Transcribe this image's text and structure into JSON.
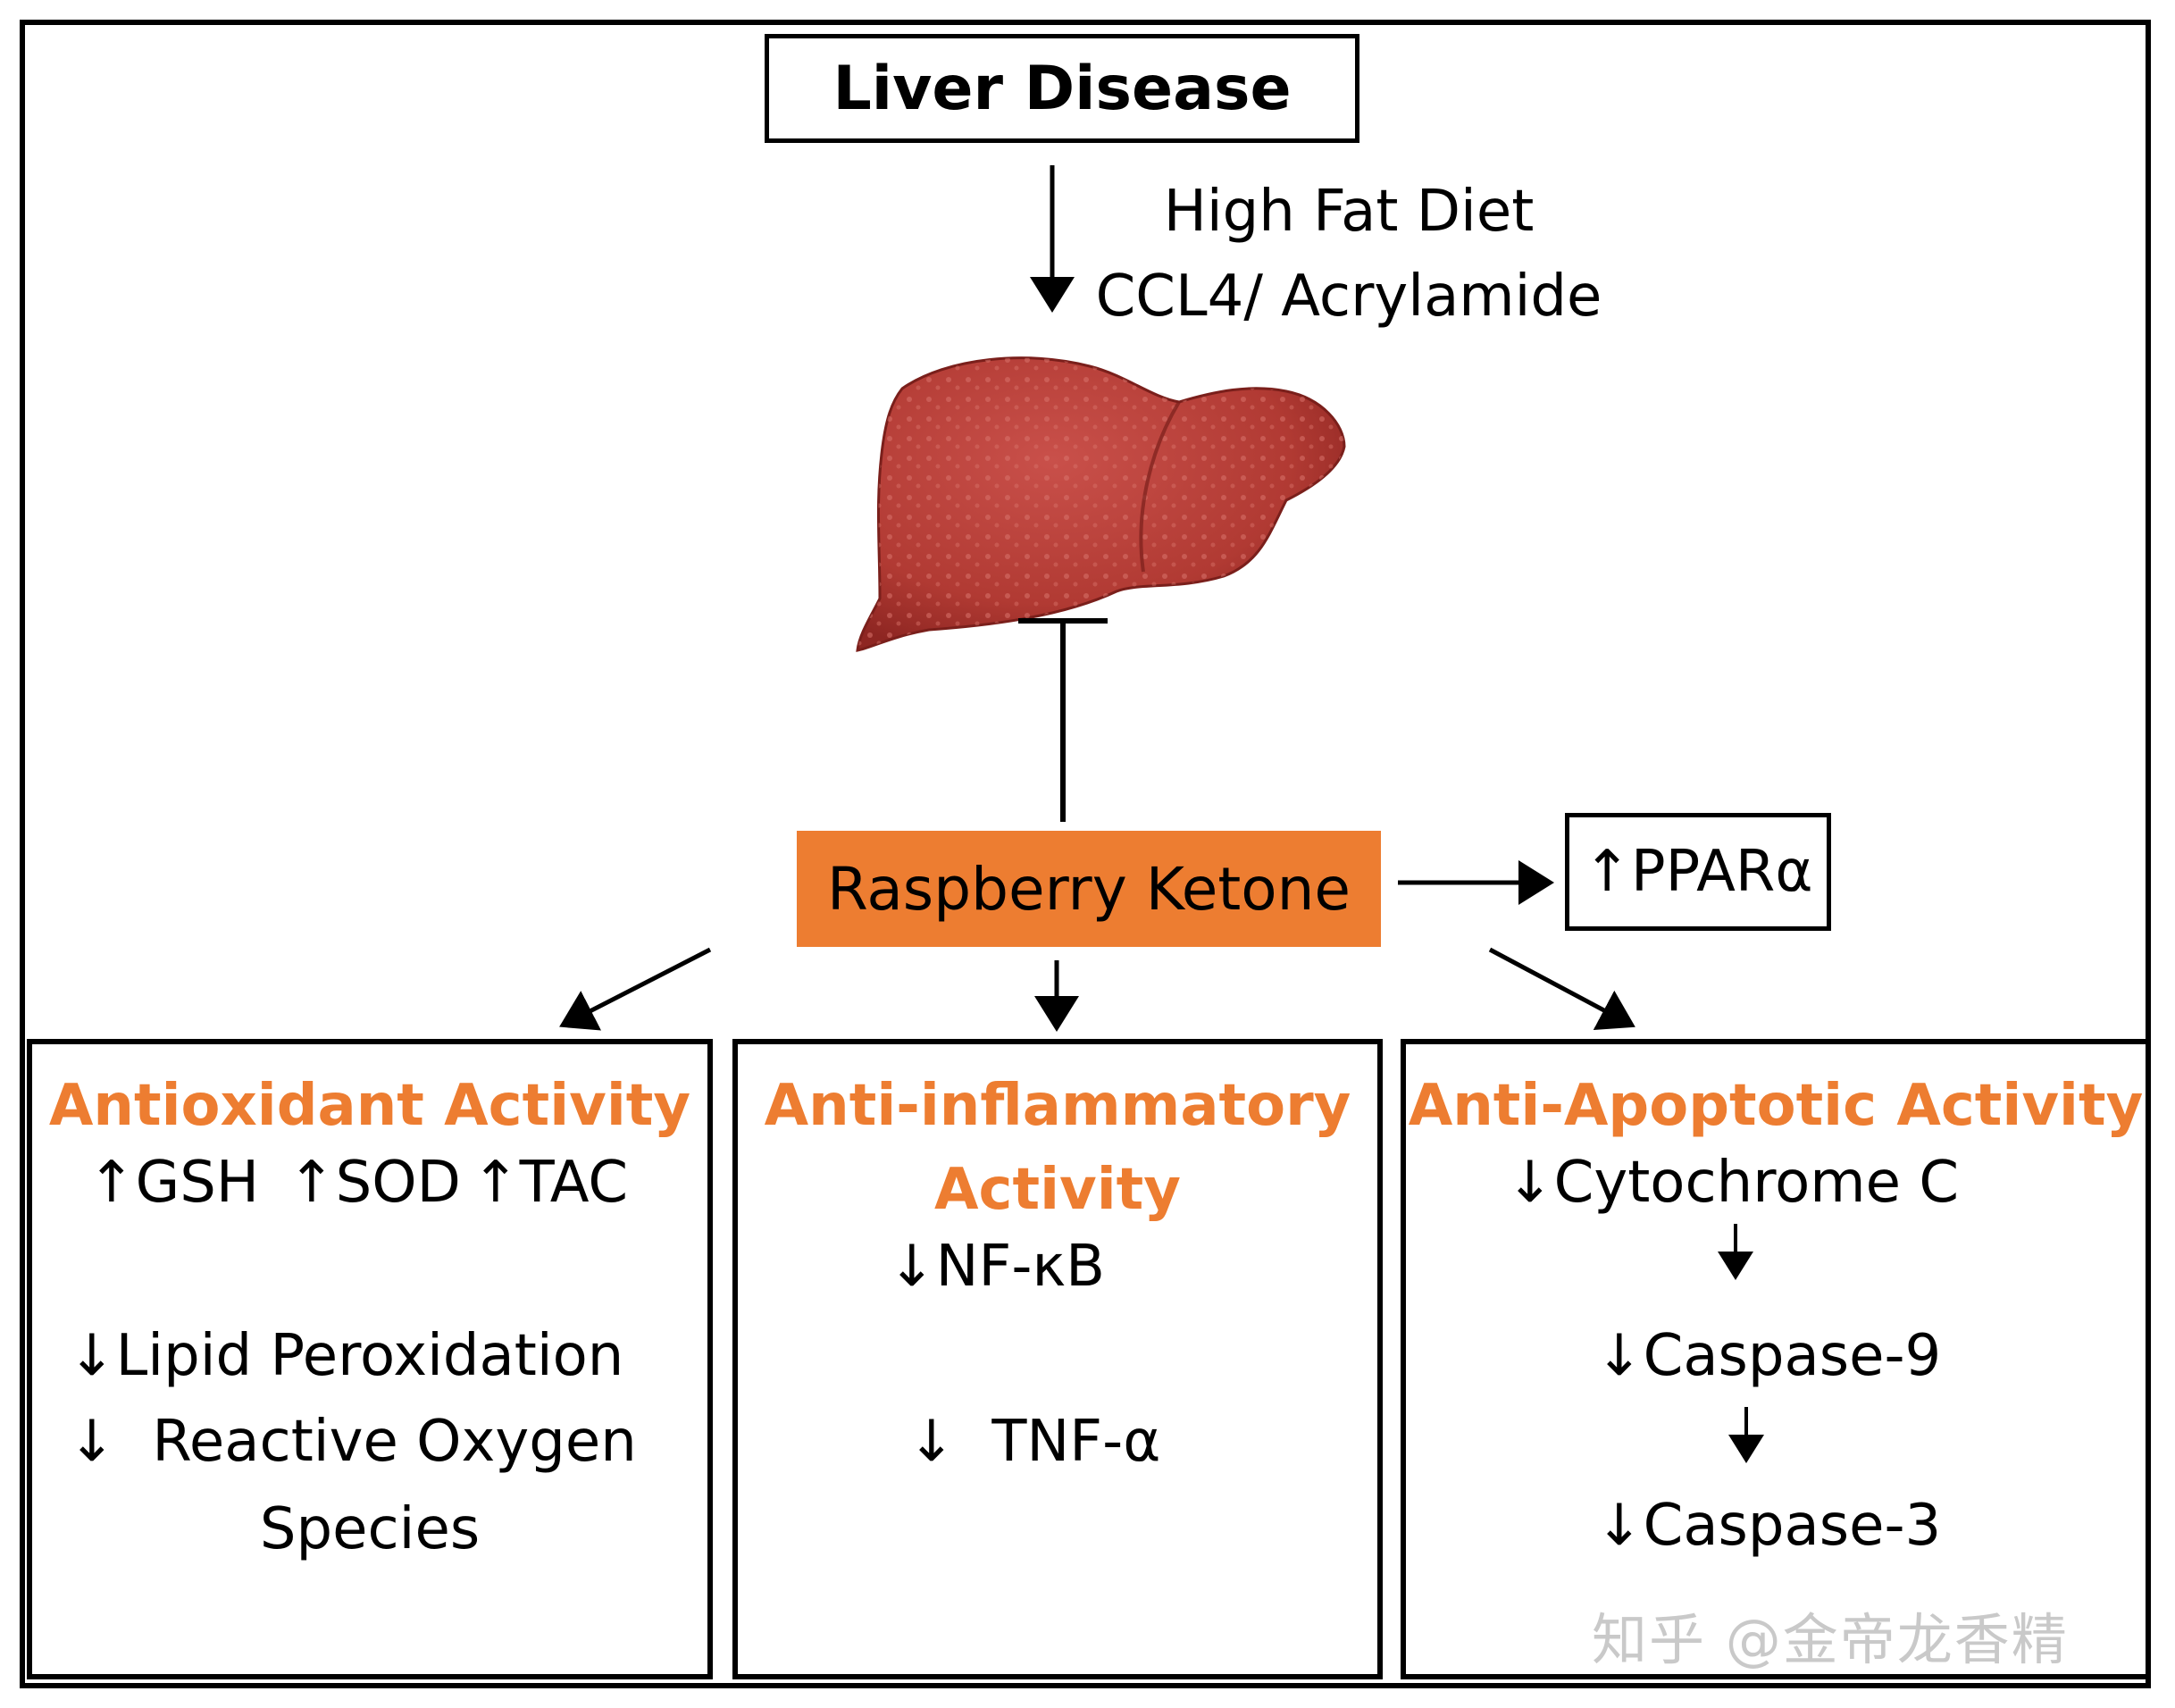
{
  "title": "Liver Disease",
  "causes": [
    "High Fat Diet",
    "CCL4/ Acrylamide"
  ],
  "center_label": "Raspberry Ketone",
  "ppar": {
    "arrow": "↑",
    "label": "PPARα"
  },
  "panels": {
    "antioxidant": {
      "title": "Antioxidant Activity",
      "up_markers": [
        "GSH",
        "SOD",
        "TAC"
      ],
      "down_items": [
        "Lipid Peroxidation",
        "Reactive Oxygen",
        "Species"
      ]
    },
    "anti_inflammatory": {
      "title_line1": "Anti-inflammatory",
      "title_line2": "Activity",
      "down_items": [
        "NF-κB",
        "TNF-α"
      ]
    },
    "anti_apoptotic": {
      "title": "Anti-Apoptotic Activity",
      "cascade": [
        "Cytochrome C",
        "Caspase-9",
        "Caspase-3"
      ]
    }
  },
  "symbols": {
    "up": "↑",
    "down": "↓"
  },
  "watermark": "知乎 @金帝龙香精",
  "colors": {
    "accent": "#ED7D31",
    "liver": "#B63A33",
    "liver_dark": "#8E2622",
    "border": "#000000"
  }
}
